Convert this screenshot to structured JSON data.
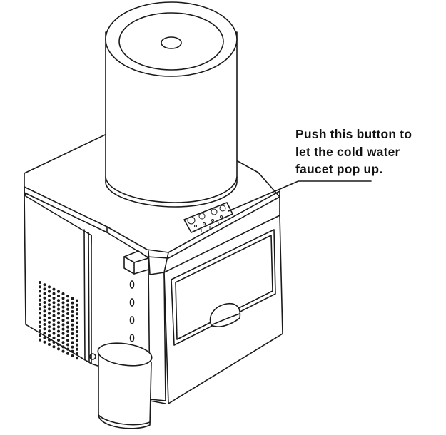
{
  "callout": {
    "lines": [
      "Push this button to",
      "let the cold water",
      "faucet pop up."
    ]
  },
  "icons": [
    "ice-maker-dispenser-illustration",
    "water-tank",
    "control-panel-buttons",
    "cold-water-faucet",
    "water-cup",
    "vent-grille"
  ],
  "colors": {
    "line": "#1a1a1a",
    "text": "#111111",
    "background": "#ffffff"
  }
}
